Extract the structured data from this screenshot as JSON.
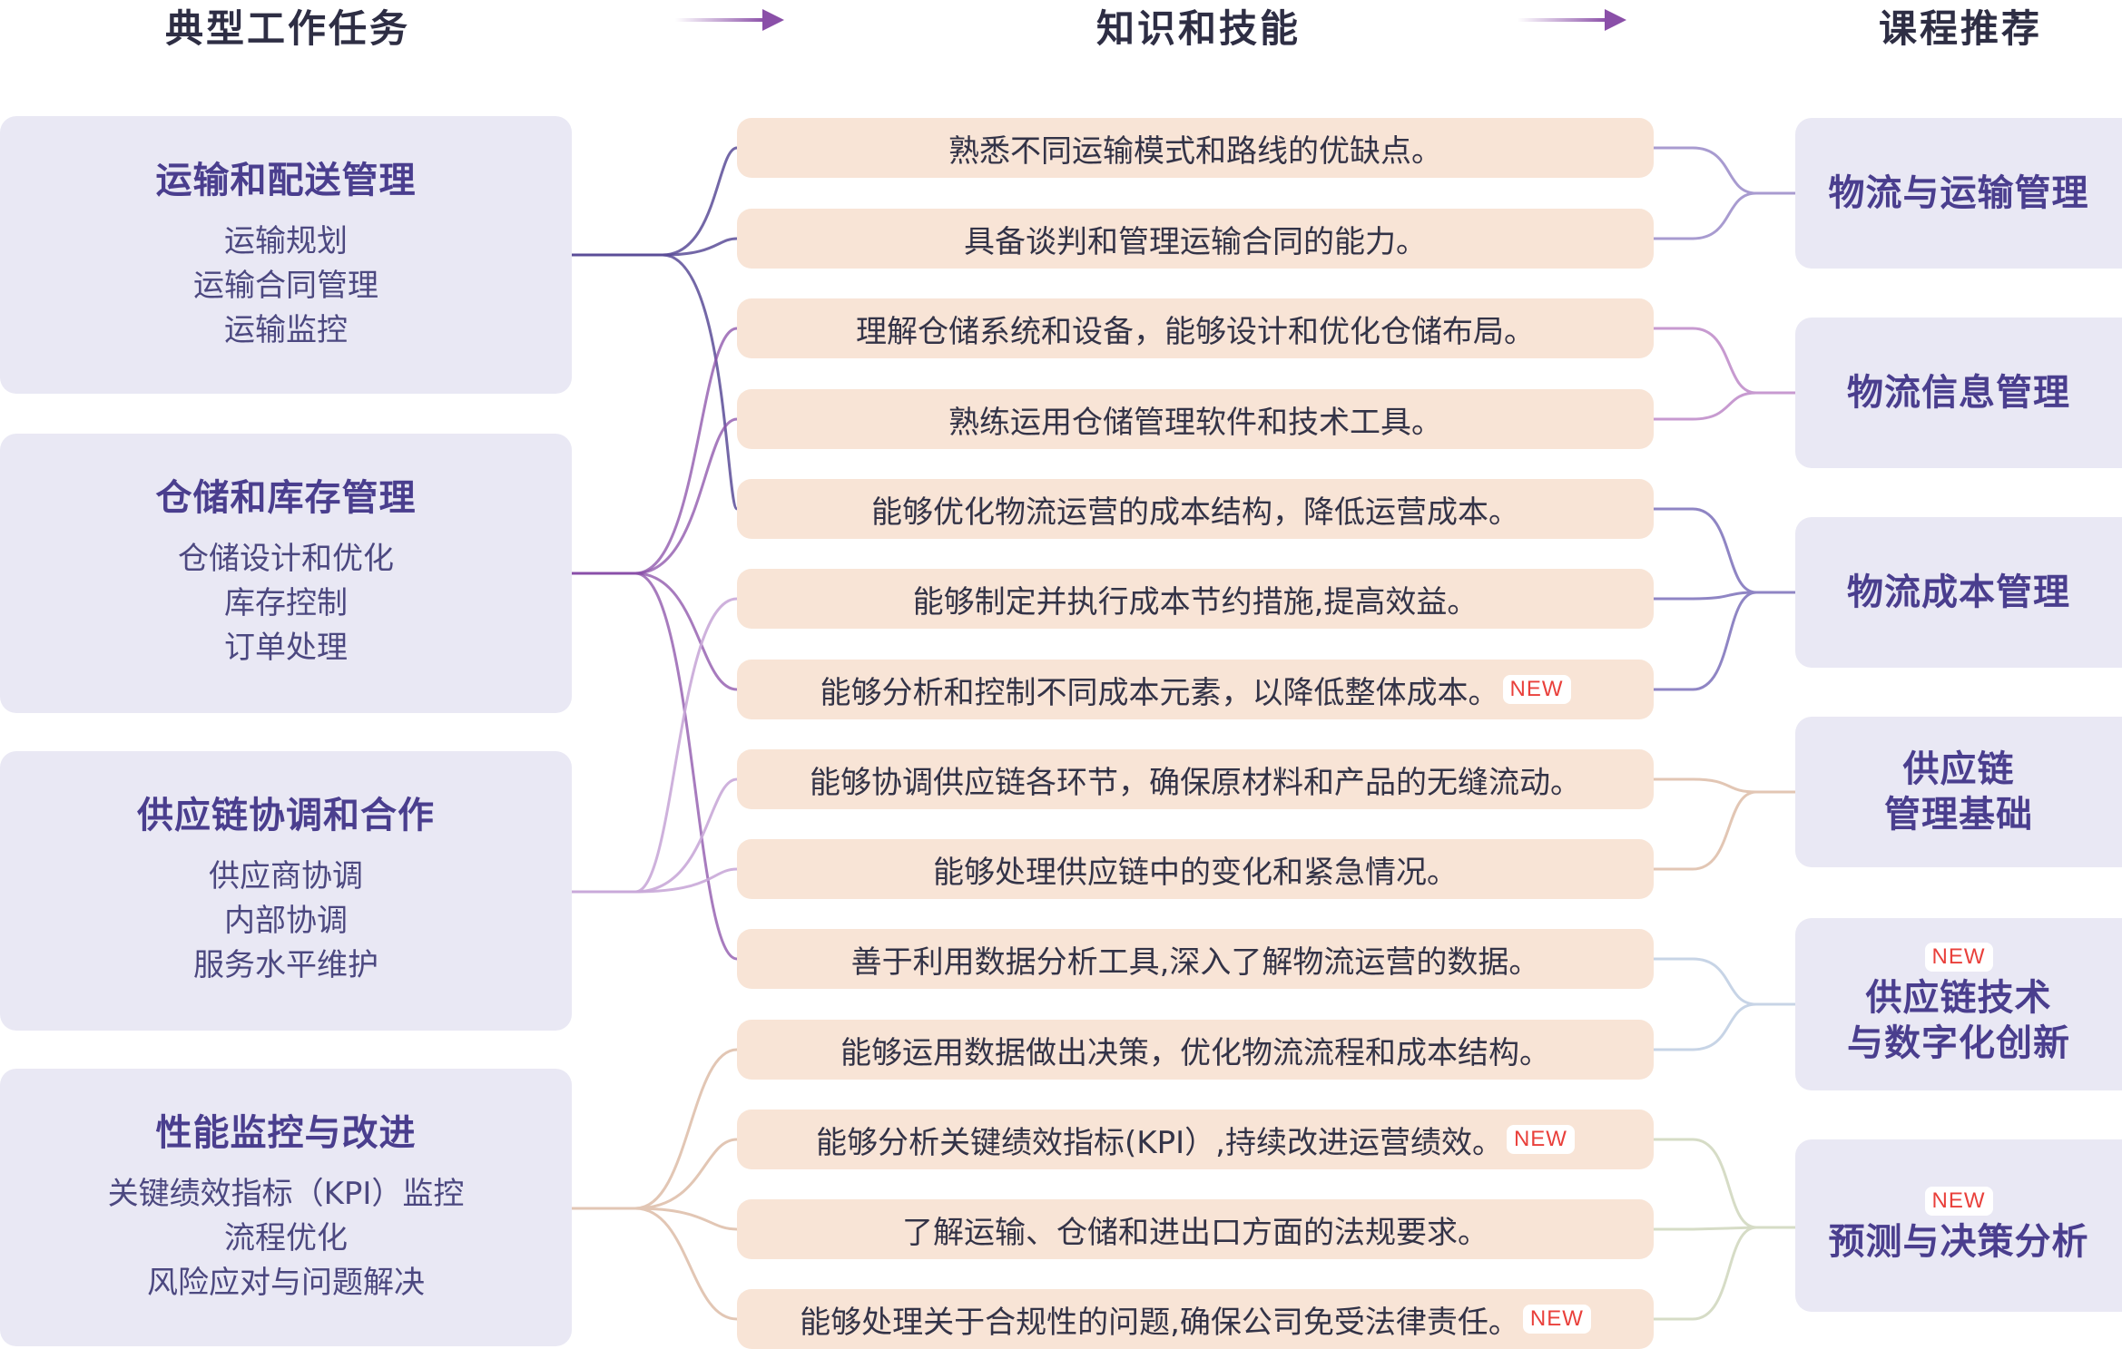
{
  "headers": {
    "tasks": "典型工作任务",
    "skills": "知识和技能",
    "courses": "课程推荐"
  },
  "tasks": [
    {
      "title": "运输和配送管理",
      "items": [
        "运输规划",
        "运输合同管理",
        "运输监控"
      ]
    },
    {
      "title": "仓储和库存管理",
      "items": [
        "仓储设计和优化",
        "库存控制",
        "订单处理"
      ]
    },
    {
      "title": "供应链协调和合作",
      "items": [
        "供应商协调",
        "内部协调",
        "服务水平维护"
      ]
    },
    {
      "title": "性能监控与改进",
      "items": [
        "关键绩效指标（KPI）监控",
        "流程优化",
        "风险应对与问题解决"
      ]
    }
  ],
  "skills": [
    {
      "text": "熟悉不同运输模式和路线的优缺点。",
      "badge": ""
    },
    {
      "text": "具备谈判和管理运输合同的能力。",
      "badge": ""
    },
    {
      "text": "理解仓储系统和设备，能够设计和优化仓储布局。",
      "badge": ""
    },
    {
      "text": "熟练运用仓储管理软件和技术工具。",
      "badge": ""
    },
    {
      "text": "能够优化物流运营的成本结构，降低运营成本。",
      "badge": ""
    },
    {
      "text": "能够制定并执行成本节约措施,提高效益。",
      "badge": ""
    },
    {
      "text": "能够分析和控制不同成本元素，以降低整体成本。",
      "badge": "NEW"
    },
    {
      "text": "能够协调供应链各环节，确保原材料和产品的无缝流动。",
      "badge": ""
    },
    {
      "text": "能够处理供应链中的变化和紧急情况。",
      "badge": ""
    },
    {
      "text": "善于利用数据分析工具,深入了解物流运营的数据。",
      "badge": ""
    },
    {
      "text": "能够运用数据做出决策，优化物流流程和成本结构。",
      "badge": ""
    },
    {
      "text": "能够分析关键绩效指标(KPI）,持续改进运营绩效。",
      "badge": "NEW"
    },
    {
      "text": "了解运输、仓储和进出口方面的法规要求。",
      "badge": ""
    },
    {
      "text": "能够处理关于合规性的问题,确保公司免受法律责任。",
      "badge": "NEW"
    }
  ],
  "courses": [
    {
      "name": "物流与运输管理",
      "badge": ""
    },
    {
      "name": "物流信息管理",
      "badge": ""
    },
    {
      "name": "物流成本管理",
      "badge": ""
    },
    {
      "name": "供应链\n管理基础",
      "badge": ""
    },
    {
      "name": "供应链技术\n与数字化创新",
      "badge": "NEW"
    },
    {
      "name": "预测与决策分析",
      "badge": "NEW"
    }
  ],
  "colors": {
    "accent_purple": "#8a4fa8",
    "title_purple": "#4a3e8e",
    "skill_bg": "#f8e4d6",
    "panel_bg": "#e9e8f4",
    "badge_red": "#e9403b"
  }
}
